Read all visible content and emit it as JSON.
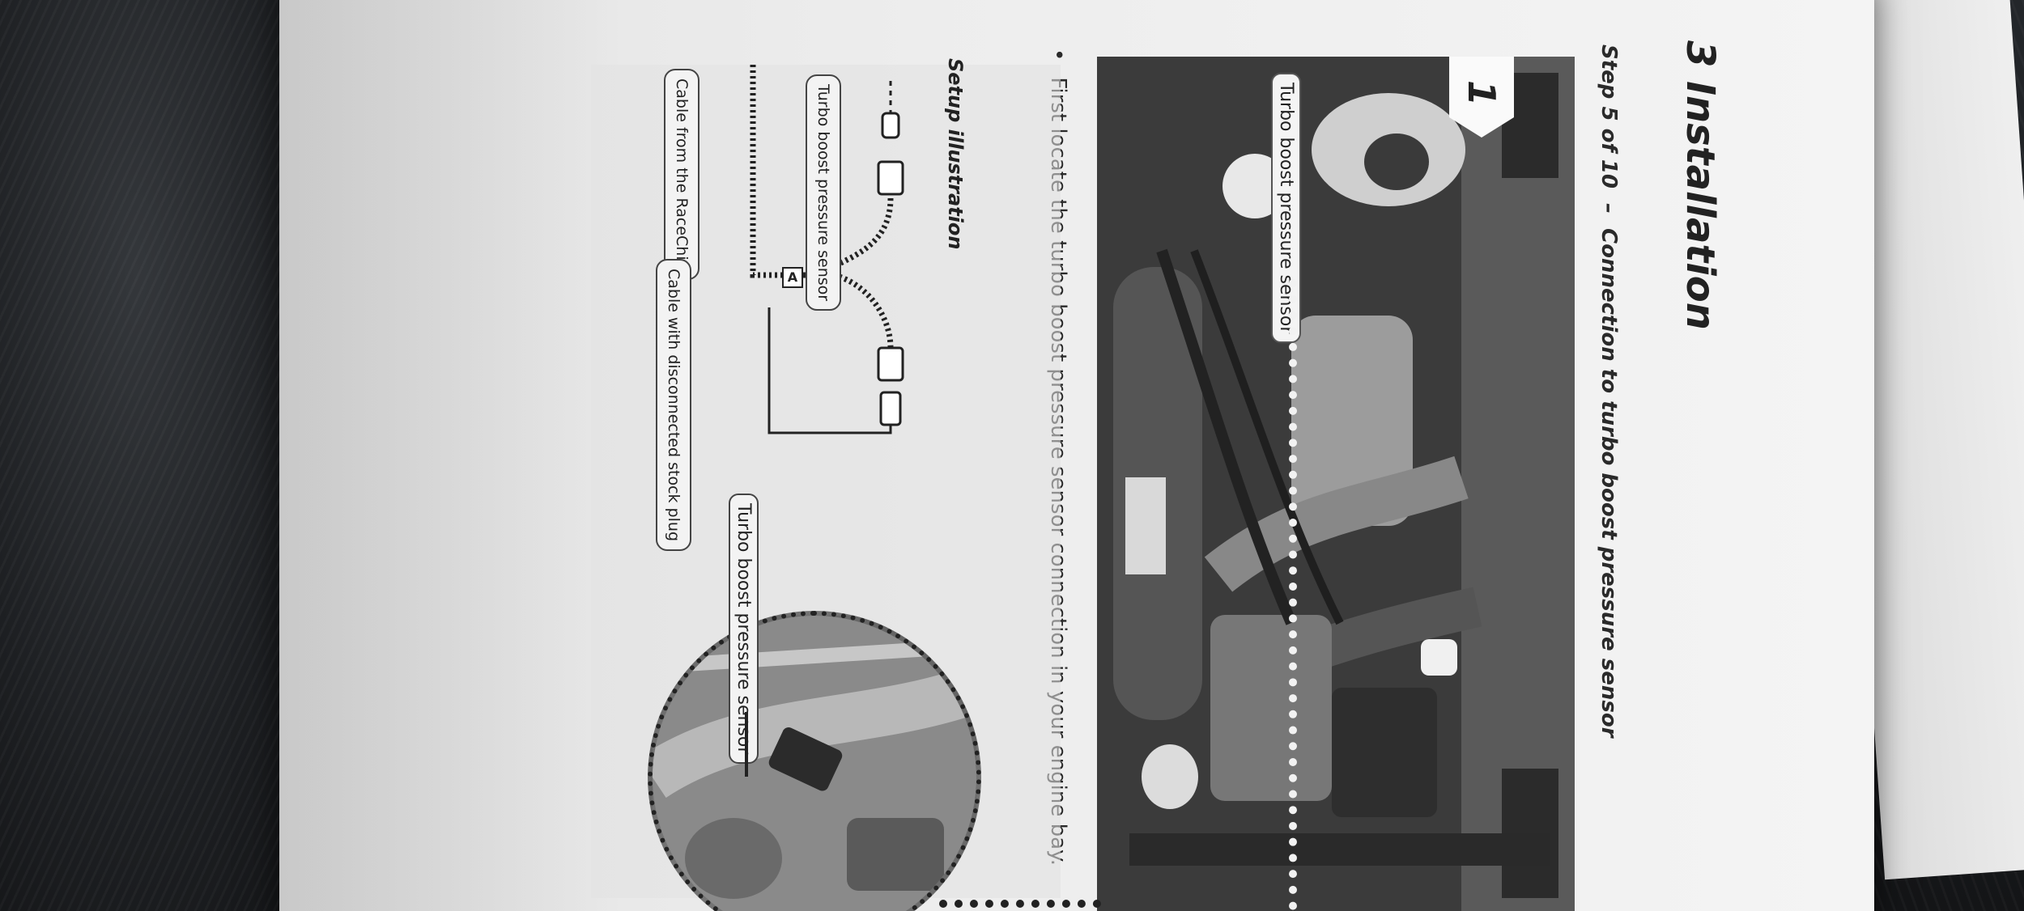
{
  "document": {
    "section_title": "3 Installation",
    "step_label": "Step 5 of 10",
    "step_dash": "–",
    "step_title": "Connection to turbo boost pressure sensor",
    "step_badge": "1",
    "photo_label": "Turbo boost pressure sensor",
    "bullet_mark": "•",
    "bullet_text": "First locate the turbo boost pressure sensor connection in your engine bay.",
    "setup_title": "Setup illustration",
    "diagram": {
      "sensor_label": "Turbo boost pressure sensor",
      "racechip_label": "Cable from the RaceChip",
      "stock_label": "Cable with disconnected stock plug",
      "connector_letter": "A"
    },
    "zoom_label": "Turbo boost pressure sensor"
  }
}
